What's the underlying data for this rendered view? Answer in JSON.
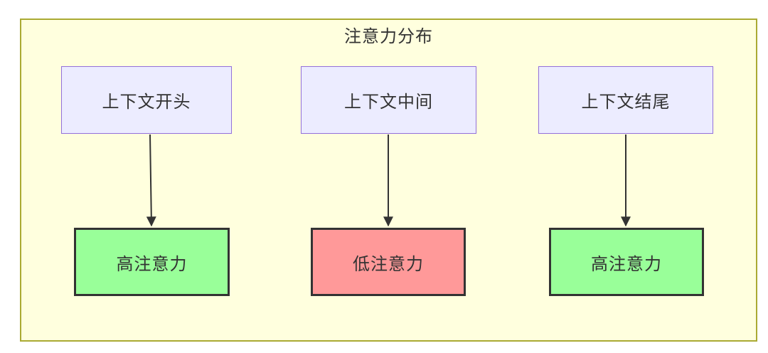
{
  "diagram": {
    "title": "注意力分布",
    "nodes": {
      "top": [
        {
          "id": "context-start",
          "label": "上下文开头"
        },
        {
          "id": "context-middle",
          "label": "上下文中间"
        },
        {
          "id": "context-end",
          "label": "上下文结尾"
        }
      ],
      "bottom": [
        {
          "id": "attention-high-1",
          "label": "高注意力",
          "status": "high"
        },
        {
          "id": "attention-low",
          "label": "低注意力",
          "status": "low"
        },
        {
          "id": "attention-high-2",
          "label": "高注意力",
          "status": "high"
        }
      ]
    },
    "edges": [
      {
        "from": "上下文开头",
        "to": "高注意力"
      },
      {
        "from": "上下文中间",
        "to": "低注意力"
      },
      {
        "from": "上下文结尾",
        "to": "高注意力"
      }
    ],
    "colors": {
      "cluster_background": "#FFFFDE",
      "cluster_border": "#AAAA33",
      "source_node_background": "#ECECFF",
      "source_node_border": "#9370DB",
      "high_attention_fill": "#99FF99",
      "low_attention_fill": "#FF9999",
      "result_node_border": "#333333",
      "text": "#333333",
      "arrow": "#333333"
    }
  }
}
